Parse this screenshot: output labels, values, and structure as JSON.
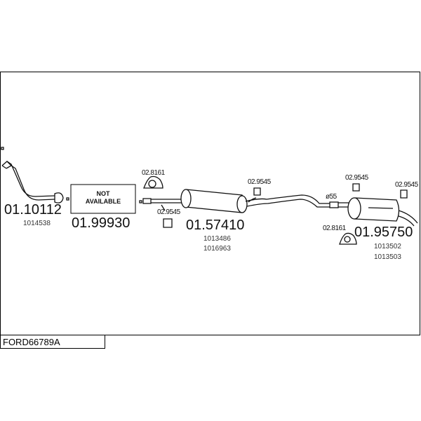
{
  "title": "FORD66789A",
  "parts": [
    {
      "number": "01.10112",
      "refs": [
        "1014538"
      ]
    },
    {
      "number": "01.99930",
      "refs": [],
      "box_label_1": "NOT",
      "box_label_2": "AVAILABLE"
    },
    {
      "number": "01.57410",
      "refs": [
        "1013486",
        "1016963"
      ]
    },
    {
      "number": "01.95750",
      "refs": [
        "1013502",
        "1013503"
      ]
    }
  ],
  "accessories": [
    {
      "number": "02.8161"
    },
    {
      "number": "02.9545"
    },
    {
      "number": "02.9545"
    },
    {
      "number": "02.9545"
    },
    {
      "number": "02.9545"
    },
    {
      "number": "02.8161"
    }
  ],
  "pipe_diameter": "ø55"
}
